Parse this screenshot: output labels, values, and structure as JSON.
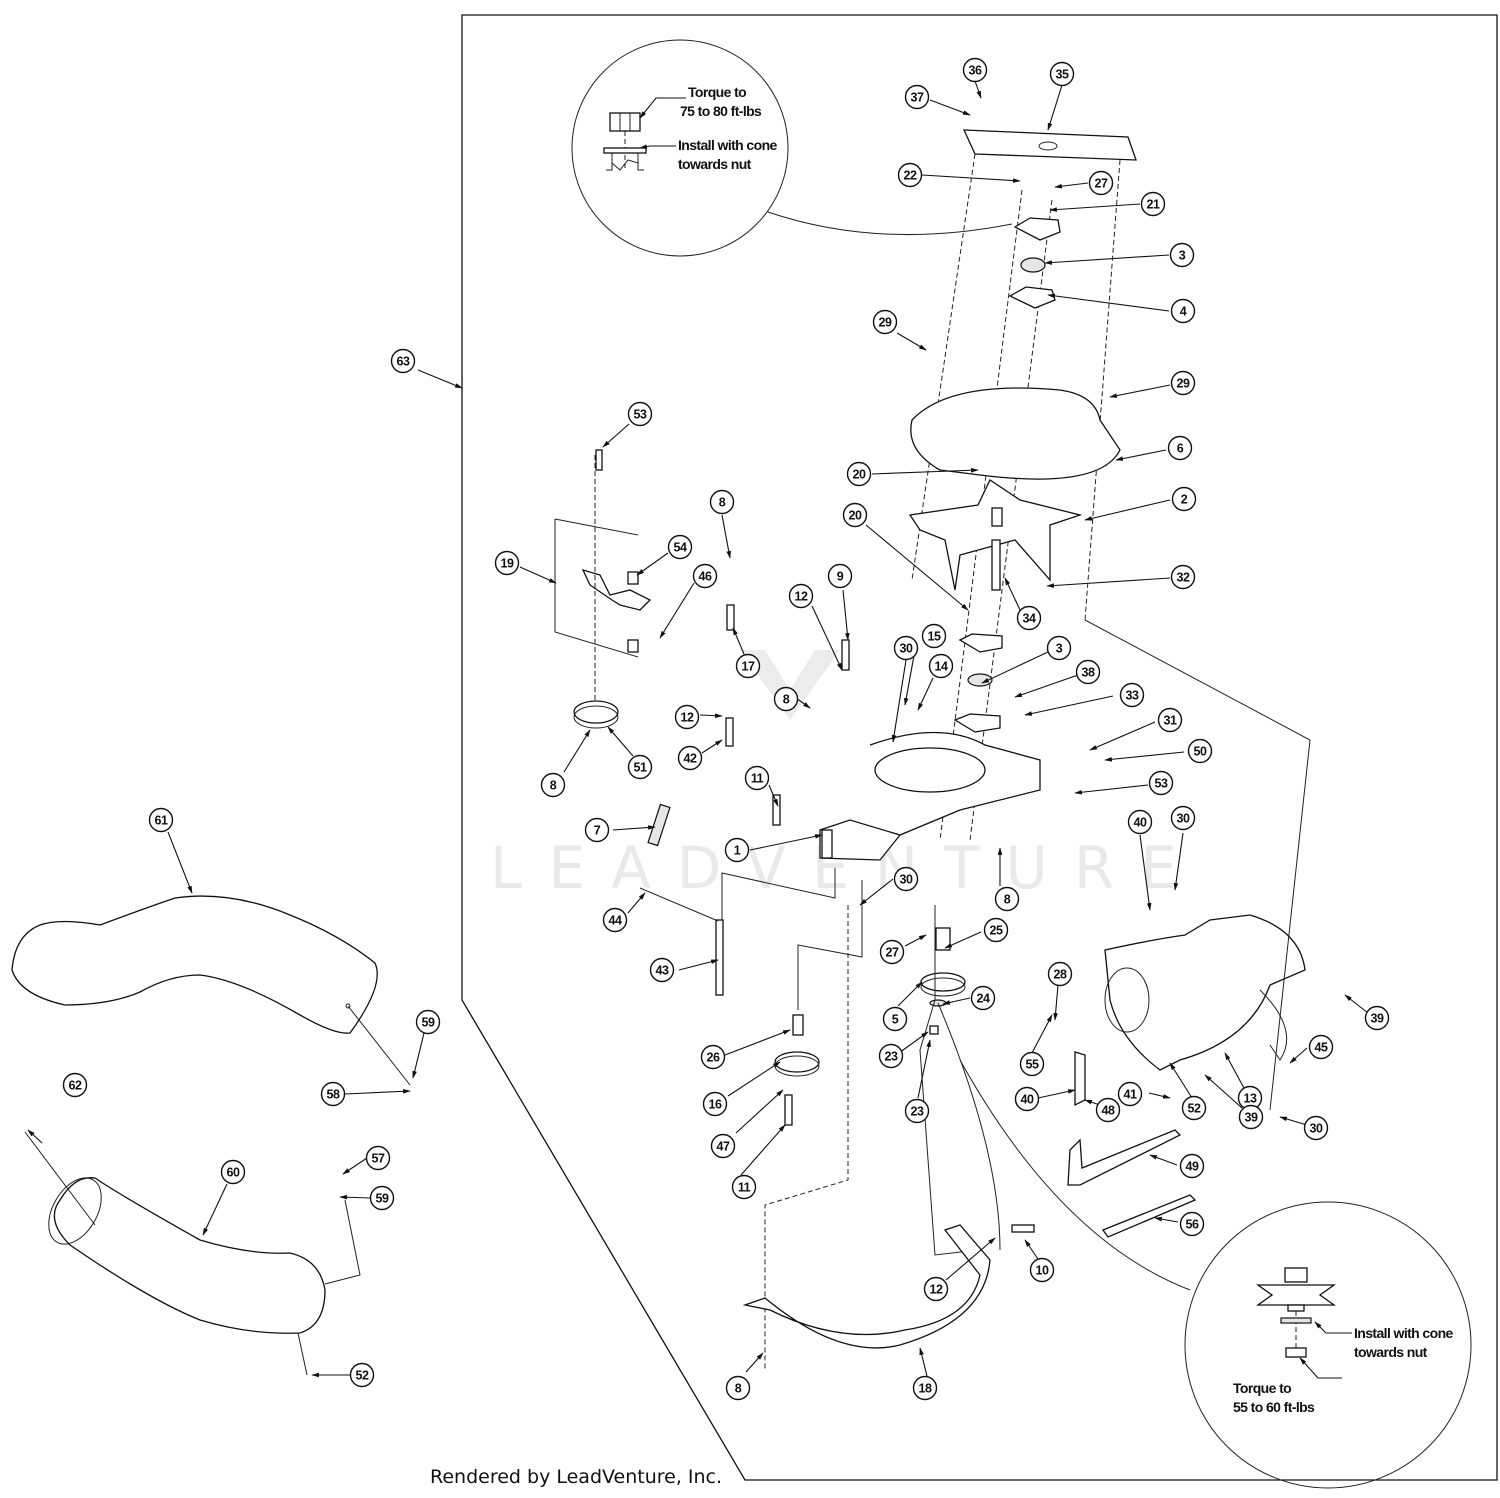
{
  "watermark": {
    "text": "LEADVENTURE"
  },
  "footer": {
    "credit": "Rendered by LeadVenture, Inc."
  },
  "detail_top": {
    "torque_line1": "Torque to",
    "torque_line2": "75 to 80 ft-lbs",
    "install_line1": "Install with cone",
    "install_line2": "towards nut"
  },
  "detail_bottom": {
    "install_line1": "Install with cone",
    "install_line2": "towards nut",
    "torque_line1": "Torque to",
    "torque_line2": "55 to 60 ft-lbs"
  },
  "callouts": [
    "36",
    "37",
    "35",
    "22",
    "27",
    "21",
    "3",
    "4",
    "29",
    "29",
    "6",
    "20",
    "2",
    "20",
    "32",
    "34",
    "53",
    "19",
    "54",
    "46",
    "8",
    "17",
    "9",
    "12",
    "3",
    "15",
    "14",
    "30",
    "38",
    "33",
    "31",
    "50",
    "12",
    "42",
    "8",
    "51",
    "8",
    "11",
    "7",
    "1",
    "53",
    "40",
    "30",
    "30",
    "8",
    "44",
    "43",
    "27",
    "25",
    "5",
    "24",
    "23",
    "23",
    "26",
    "16",
    "47",
    "11",
    "28",
    "55",
    "40",
    "48",
    "41",
    "52",
    "13",
    "39",
    "45",
    "39",
    "30",
    "49",
    "56",
    "10",
    "12",
    "18",
    "8",
    "63",
    "61",
    "59",
    "58",
    "62",
    "60",
    "57",
    "59",
    "52"
  ]
}
